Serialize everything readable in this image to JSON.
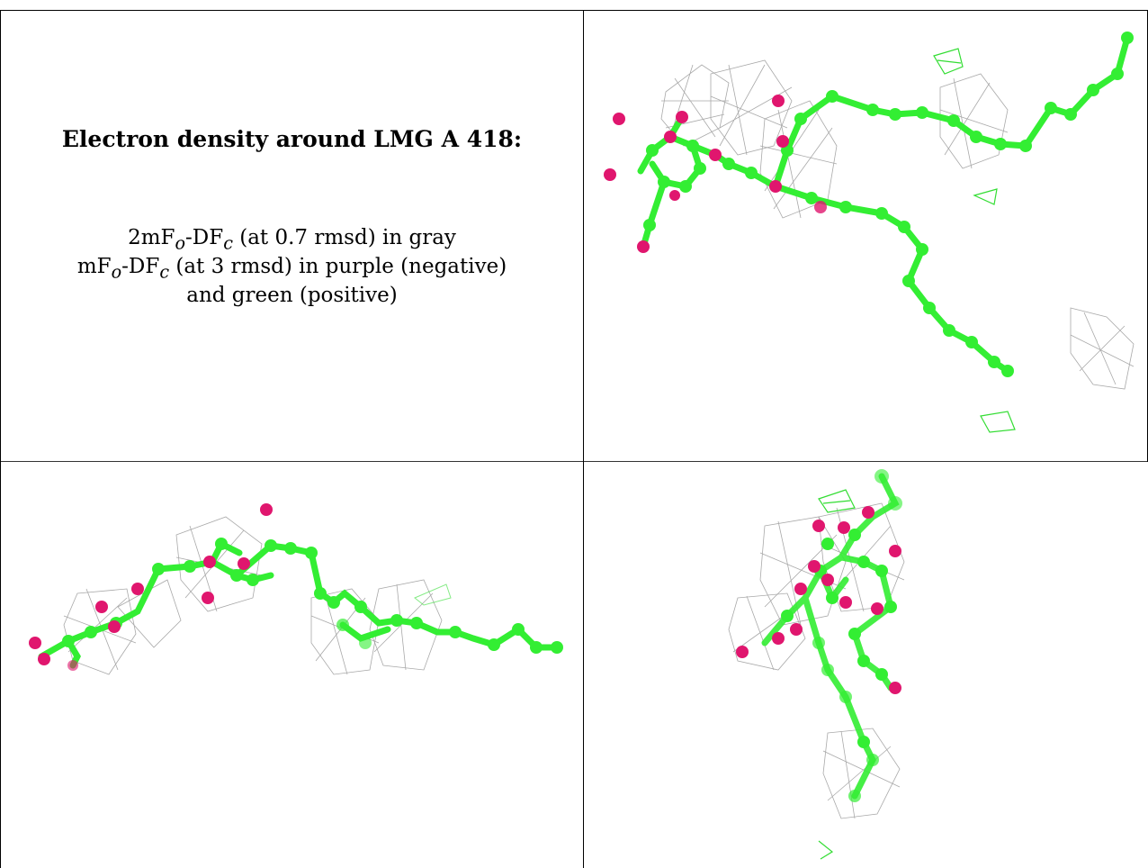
{
  "caption": {
    "title": "Electron density around LMG A 418:",
    "line1": {
      "prefix": "2mF",
      "sub1": "o",
      "mid": "-DF",
      "sub2": "c",
      "suffix": " (at 0.7 rmsd) in gray"
    },
    "line2": {
      "prefix": "mF",
      "sub1": "o",
      "mid": "-DF",
      "sub2": "c",
      "suffix": " (at 3 rmsd) in purple (negative)"
    },
    "line3": "and green (positive)"
  },
  "colors": {
    "carbon": "#33ee33",
    "oxygen": "#e0166e",
    "mesh_gray": "#9a9a9a",
    "mesh_green": "#33dd33",
    "border": "#000000"
  },
  "views": [
    "molecule-view-1",
    "molecule-view-2",
    "molecule-view-3"
  ]
}
